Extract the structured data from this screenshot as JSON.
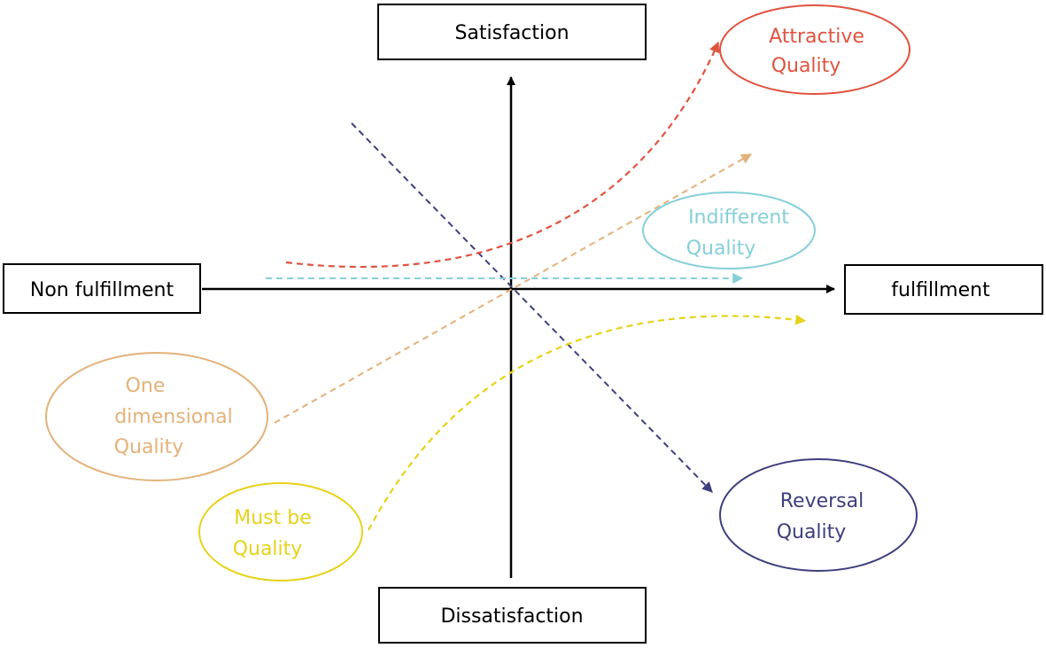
{
  "axes": {
    "top": "Satisfaction",
    "bottom": "Dissatisfaction",
    "left": "Non fulfillment",
    "right": "fulfillment"
  },
  "qualities": {
    "attractive": {
      "line1": "Attractive",
      "line2": "Quality",
      "color": "#e0533f"
    },
    "one_dimensional": {
      "line1": "One",
      "line2": "dimensional",
      "line3": "Quality",
      "color": "#e3b27a"
    },
    "indifferent": {
      "line1": "Indifferent",
      "line2": "Quality",
      "color": "#86cfd8"
    },
    "must_be": {
      "line1": "Must be",
      "line2": "Quality",
      "color": "#e6d21a"
    },
    "reversal": {
      "line1": "Reversal",
      "line2": "Quality",
      "color": "#3d3f7e"
    }
  }
}
